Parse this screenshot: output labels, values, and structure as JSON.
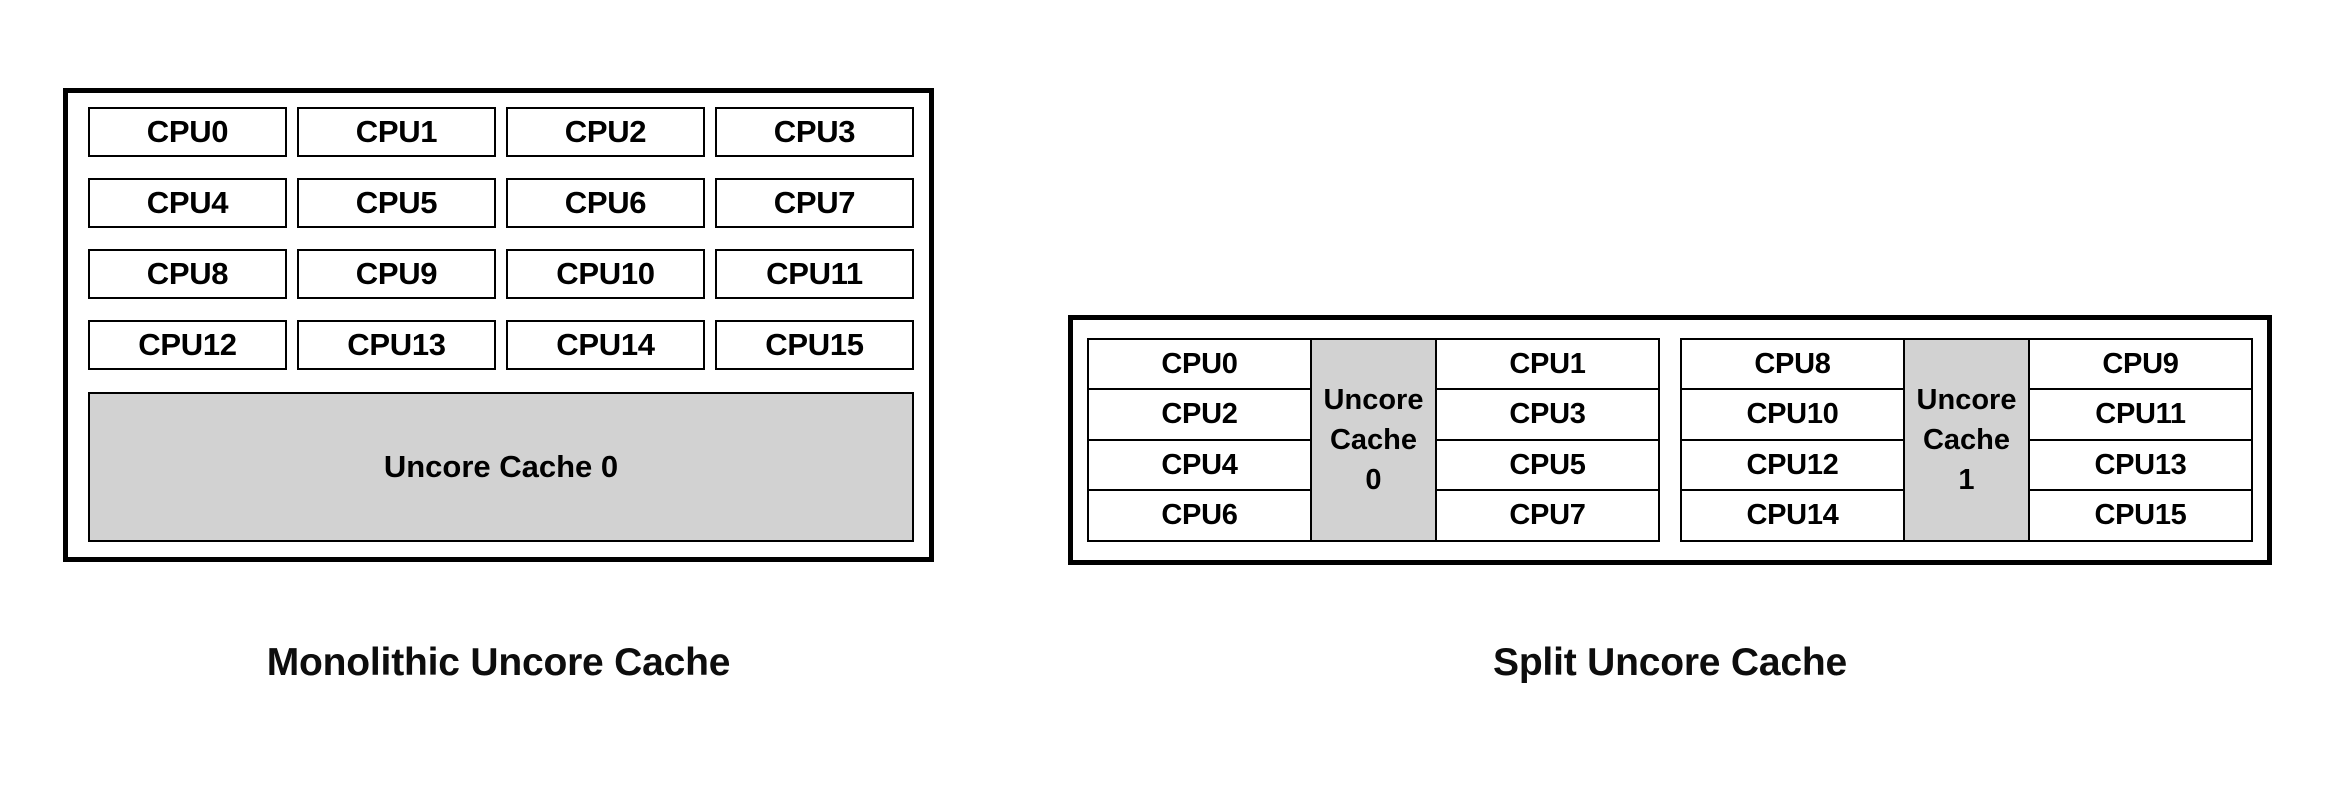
{
  "figure": {
    "background_color": "#ffffff",
    "cache_fill_color": "#d2d2d2",
    "border_color": "#000000"
  },
  "monolithic": {
    "caption": "Monolithic Uncore Cache",
    "cpu_rows": [
      [
        "CPU0",
        "CPU1",
        "CPU2",
        "CPU3"
      ],
      [
        "CPU4",
        "CPU5",
        "CPU6",
        "CPU7"
      ],
      [
        "CPU8",
        "CPU9",
        "CPU10",
        "CPU11"
      ],
      [
        "CPU12",
        "CPU13",
        "CPU14",
        "CPU15"
      ]
    ],
    "cache_label": "Uncore Cache 0"
  },
  "split": {
    "caption": "Split Uncore Cache",
    "clusters": [
      {
        "left_cpus": [
          "CPU0",
          "CPU2",
          "CPU4",
          "CPU6"
        ],
        "cache_line1": "Uncore",
        "cache_line2": "Cache",
        "cache_line3": "0",
        "right_cpus": [
          "CPU1",
          "CPU3",
          "CPU5",
          "CPU7"
        ]
      },
      {
        "left_cpus": [
          "CPU8",
          "CPU10",
          "CPU12",
          "CPU14"
        ],
        "cache_line1": "Uncore",
        "cache_line2": "Cache",
        "cache_line3": "1",
        "right_cpus": [
          "CPU9",
          "CPU11",
          "CPU13",
          "CPU15"
        ]
      }
    ]
  }
}
